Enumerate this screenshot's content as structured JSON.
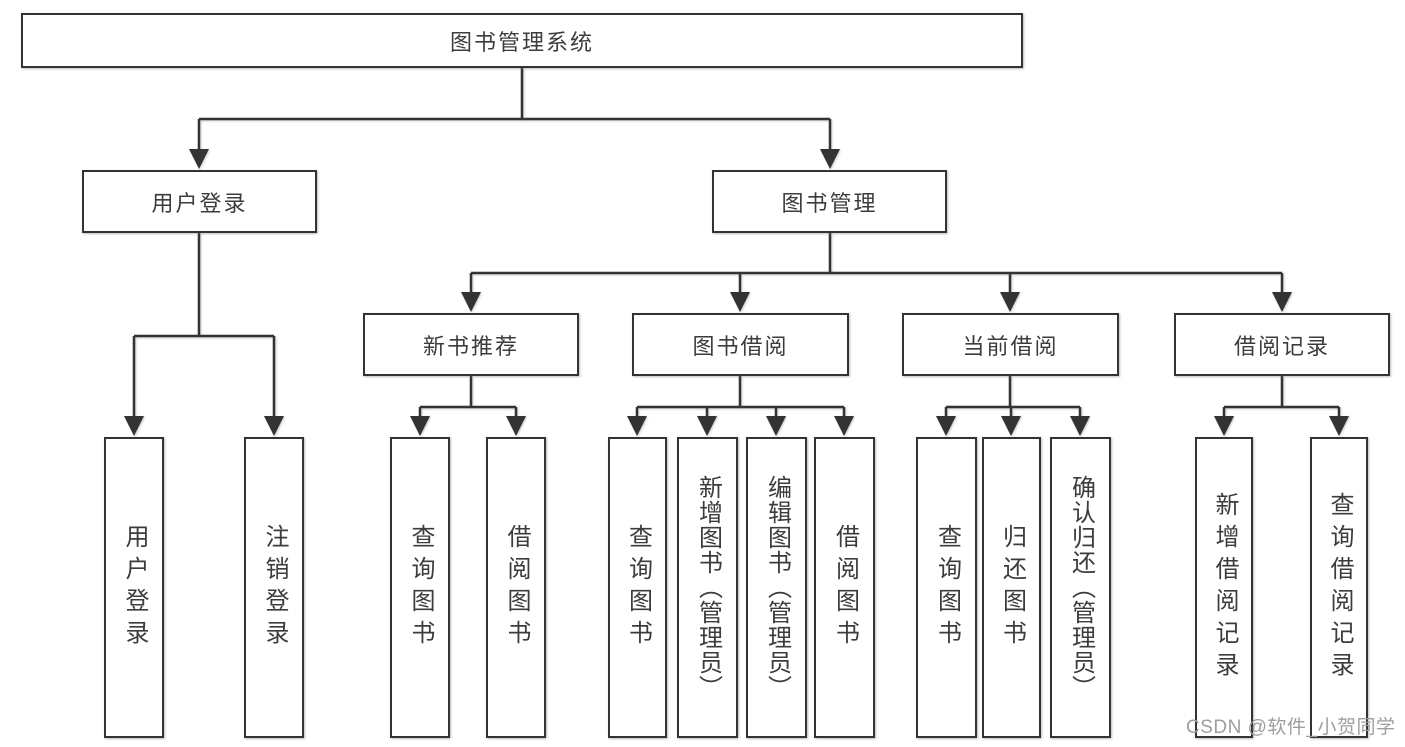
{
  "diagram": {
    "title_node": {
      "label": "图书管理系统"
    },
    "level2": [
      {
        "label": "用户登录"
      },
      {
        "label": "图书管理"
      }
    ],
    "level3": [
      {
        "label": "新书推荐"
      },
      {
        "label": "图书借阅"
      },
      {
        "label": "当前借阅"
      },
      {
        "label": "借阅记录"
      }
    ],
    "leaves": [
      {
        "label": "用户登录",
        "parent": "用户登录"
      },
      {
        "label": "注销登录",
        "parent": "用户登录"
      },
      {
        "label": "查询图书",
        "parent": "新书推荐"
      },
      {
        "label": "借阅图书",
        "parent": "新书推荐"
      },
      {
        "label": "查询图书",
        "parent": "图书借阅"
      },
      {
        "label": "新增图书（管理员）",
        "parent": "图书借阅"
      },
      {
        "label": "编辑图书（管理员）",
        "parent": "图书借阅"
      },
      {
        "label": "借阅图书",
        "parent": "图书借阅"
      },
      {
        "label": "查询图书",
        "parent": "当前借阅"
      },
      {
        "label": "归还图书",
        "parent": "当前借阅"
      },
      {
        "label": "确认归还（管理员）",
        "parent": "当前借阅"
      },
      {
        "label": "新增借阅记录",
        "parent": "借阅记录"
      },
      {
        "label": "查询借阅记录",
        "parent": "借阅记录"
      }
    ],
    "colors": {
      "line": "#333333",
      "box_border": "#333333",
      "box_fill": "#ffffff",
      "text": "#3c3c3c",
      "background": "#ffffff",
      "watermark": "#9e9e9e"
    }
  },
  "watermark": {
    "text": "CSDN @软件_小贺同学"
  }
}
